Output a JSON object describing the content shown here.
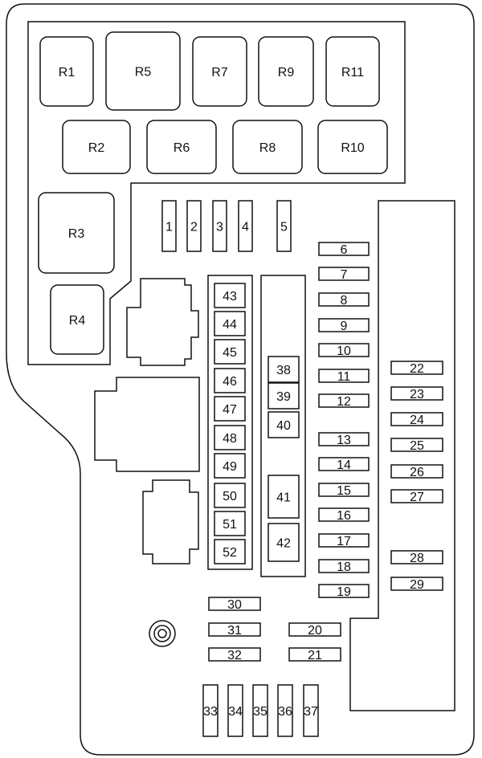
{
  "relays": [
    "R1",
    "R2",
    "R3",
    "R4",
    "R5",
    "R6",
    "R7",
    "R8",
    "R9",
    "R10",
    "R11"
  ],
  "vertical_fuses": [
    "1",
    "2",
    "3",
    "4",
    "5"
  ],
  "right_column_a": [
    "6",
    "7",
    "8",
    "9",
    "10",
    "11",
    "12",
    "13",
    "14",
    "15",
    "16",
    "17",
    "18",
    "19"
  ],
  "right_column_b": [
    "22",
    "23",
    "24",
    "25",
    "26",
    "27",
    "28",
    "29"
  ],
  "bottom_horizontal": [
    "30",
    "31",
    "32",
    "20",
    "21"
  ],
  "bottom_vertical": [
    "33",
    "34",
    "35",
    "36",
    "37"
  ],
  "center_large": [
    "38",
    "39",
    "40",
    "41",
    "42"
  ],
  "center_column": [
    "43",
    "44",
    "45",
    "46",
    "47",
    "48",
    "49",
    "50",
    "51",
    "52"
  ],
  "colors": {
    "line": "#111111",
    "background": "#ffffff"
  }
}
